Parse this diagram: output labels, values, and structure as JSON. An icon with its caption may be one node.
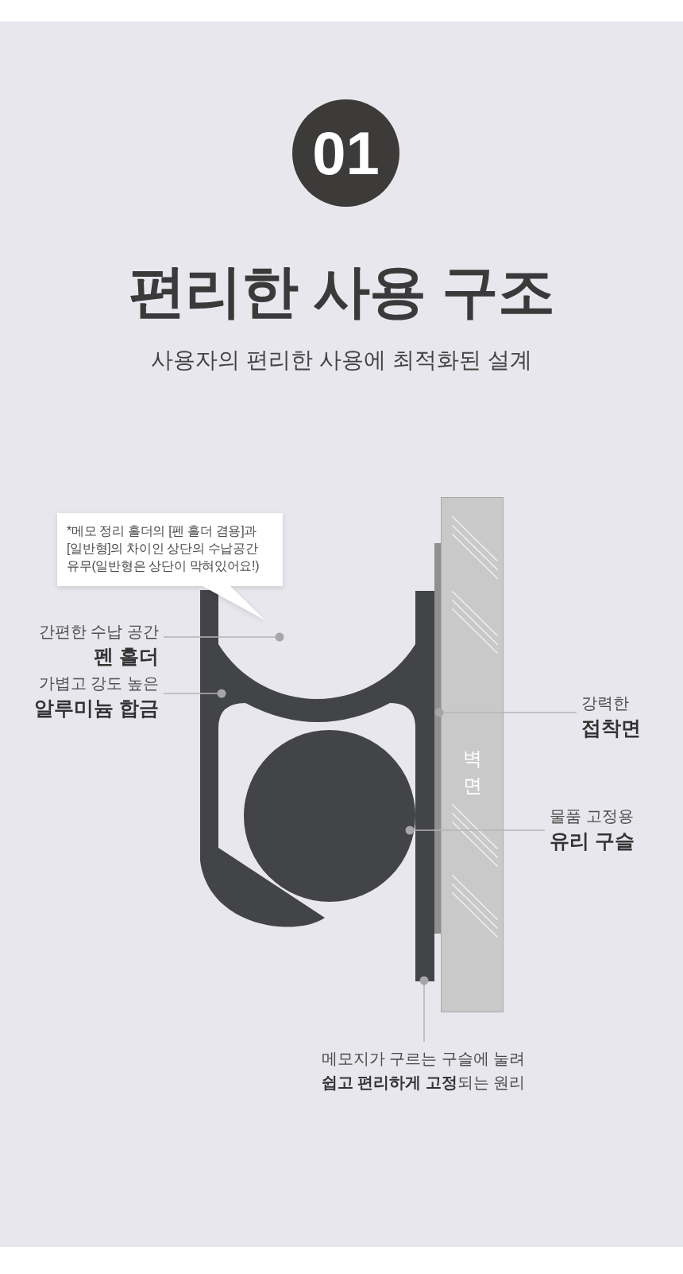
{
  "diagram": {
    "title": "편리한 사용 구조",
    "nodes": [
      {
        "text": [
          "01"
        ]
      },
      {
        "text": [
          "*메모 정리 홀더의 [펜 홀더 겸용]과 [일반형]의 차이인 상단의 수납공간 유무(일반형은 상단이 막혀있어요!)"
        ]
      },
      {
        "text": [
          "간편한 수납 공간",
          "펜 홀더"
        ]
      },
      {
        "text": [
          "가볍고 강도 높은",
          "알루미늄 합금"
        ]
      },
      {
        "text": [
          "강력한",
          "접착면"
        ]
      },
      {
        "text": [
          "물품 고정용",
          "유리 구슬"
        ]
      },
      {
        "text": [
          "메모지가 구르는 구슬에 눌려 **쉽고 편리하게 고정**되는 원리"
        ]
      },
      {
        "text": [
          "벽 면"
        ]
      },
      {
        "text": [],
        "shape": "picture"
      },
      {
        "text": [],
        "shape": "circle"
      },
      {
        "text": [],
        "shape": "bar"
      }
    ],
    "edges": [
      {
        "from": 2,
        "to": 8,
        "arrow": "other"
      },
      {
        "from": 3,
        "to": 8,
        "arrow": "other"
      },
      {
        "from": 4,
        "to": 10,
        "arrow": "other"
      },
      {
        "from": 5,
        "to": 9,
        "arrow": "other"
      },
      {
        "from": 6,
        "to": 8,
        "arrow": "other"
      }
    ],
    "labels": [
      "사용자의 편리한 사용에 최적화된 설계"
    ]
  }
}
